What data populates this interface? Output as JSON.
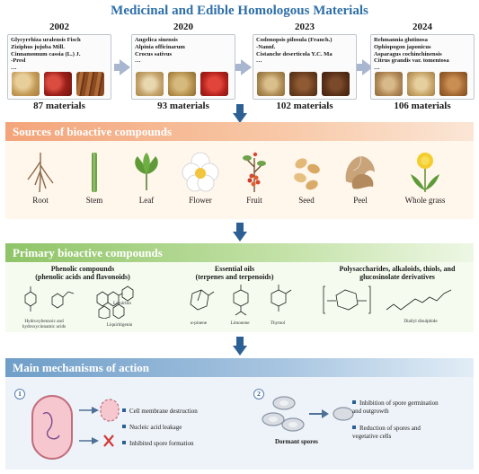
{
  "title": "Medicinal and Edible Homologous Materials",
  "eras": [
    {
      "year": "2002",
      "herbs": [
        "Glycyrrhiza uralensis Fisch",
        "Ziziphus jujuba Mill.",
        "Cinnamomum cassia (L.)  J.",
        "-Presl",
        "…"
      ],
      "count": "87 materials"
    },
    {
      "year": "2020",
      "herbs": [
        "Angelica sinensis",
        "Alpinia officinarum",
        "Crocus sativus",
        "…"
      ],
      "count": "93 materials"
    },
    {
      "year": "2023",
      "herbs": [
        "Codonopsis pilosula (Franch.)",
        "-Nannf.",
        "Cistanche deserticola Y.C. Ma",
        "…"
      ],
      "count": "102 materials"
    },
    {
      "year": "2024",
      "herbs": [
        "Rehmannia glutinosa",
        "Ophiopogon japonicus",
        "Asparagus cochinchinensis",
        "Citrus grandis var. tomentosa",
        "…"
      ],
      "count": "106 materials"
    }
  ],
  "sources": {
    "title": "Sources of bioactive compounds",
    "parts": [
      "Root",
      "Stem",
      "Leaf",
      "Flower",
      "Fruit",
      "Seed",
      "Peel",
      "Whole grass"
    ]
  },
  "compounds": {
    "title": "Primary bioactive compounds",
    "groups": [
      {
        "label": "Phenolic compounds\n(phenolic acids and flavonoids)",
        "molecules": [
          "Hydroxybenzoic and\nhydroxycinnamic acids",
          "Liquiritin",
          "Liquiritigenin"
        ]
      },
      {
        "label": "Essential oils\n(terpenes and terpenoids)",
        "molecules": [
          "α-pinene",
          "Limonene",
          "Thymol"
        ]
      },
      {
        "label": "Polysaccharides, alkaloids, thiols, and\nglucosinolate derivatives",
        "molecules": [
          "Diallyl disulphide"
        ]
      }
    ]
  },
  "mechanisms": {
    "title": "Main mechanisms of action",
    "group1": {
      "badge": "1",
      "items": [
        "Cell membrane destruction",
        "Nucleic acid leakage",
        "Inhibited spore formation"
      ]
    },
    "group2": {
      "badge": "2",
      "label": "Dormant spores",
      "items": [
        "Inhibition of spore germination\nand outgrowth",
        "Reduction of spores and\nvegetative cells"
      ]
    }
  },
  "colors": {
    "title": "#2e6fa8",
    "arrow": "#2c5f94",
    "sources_header": "#f3a47a",
    "compounds_header": "#8fc467",
    "mechanisms_header": "#6f9ec8"
  }
}
